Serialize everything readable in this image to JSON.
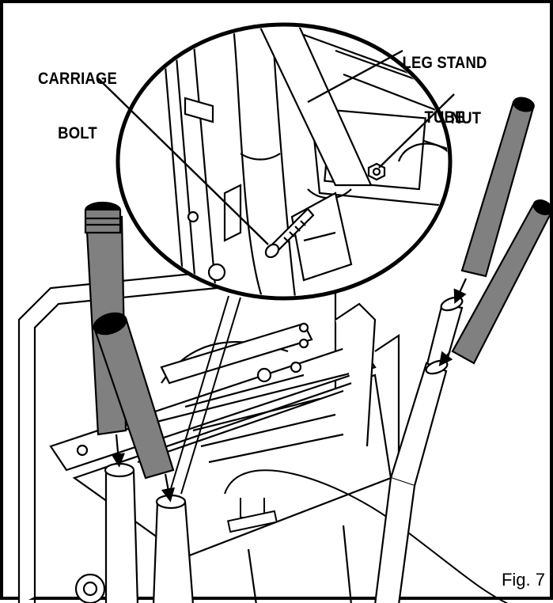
{
  "labels": {
    "carriage_bolt_line1": "CARRIAGE",
    "carriage_bolt_line2": "BOLT",
    "leg_stand_tube_line1": "LEG STAND",
    "leg_stand_tube_line2": "TUBE",
    "nut": "NUT"
  },
  "figure_label": "Fig. 7",
  "colors": {
    "ink": "#000000",
    "tube_fill": "#808080",
    "background": "#ffffff"
  }
}
